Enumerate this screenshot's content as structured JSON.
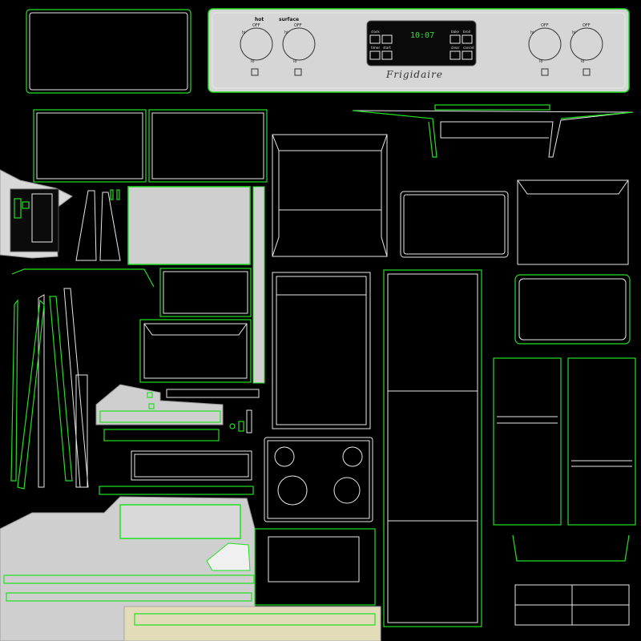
{
  "control_panel": {
    "label_hot": "hot",
    "label_surface": "surface",
    "knob_off": "OFF",
    "knob_hi": "hi",
    "knob_lo": "lo",
    "clock_display": "10:07",
    "brand": "Frigidaire",
    "keys": [
      "clock",
      "bake",
      "broil",
      "timer",
      "start",
      "clear",
      "cancel"
    ]
  },
  "colors": {
    "background": "#000000",
    "wire": "#e8e8e8",
    "edge": "#22e022",
    "panel": "#d4d4d4",
    "gray_fill": "#cfcfcf",
    "tan_fill": "#e2dcb8"
  }
}
